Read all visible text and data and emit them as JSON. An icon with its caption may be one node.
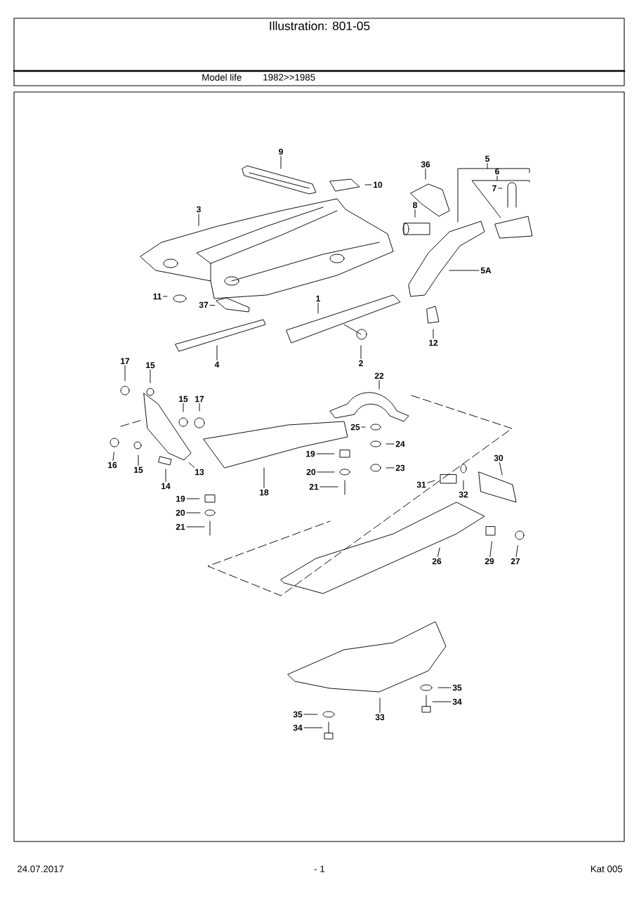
{
  "diagram": {
    "title": "Illustration: 801-05",
    "nodes": [
      {
        "text": [
          "9"
        ]
      },
      {
        "text": [
          "10"
        ]
      },
      {
        "text": [
          "36"
        ]
      },
      {
        "text": [
          "5"
        ]
      },
      {
        "text": [
          "6"
        ]
      },
      {
        "text": [
          "7"
        ]
      },
      {
        "text": [
          "8"
        ]
      },
      {
        "text": [
          "3"
        ]
      },
      {
        "text": [
          "5A"
        ]
      },
      {
        "text": [
          "11"
        ]
      },
      {
        "text": [
          "37"
        ]
      },
      {
        "text": [
          "1"
        ]
      },
      {
        "text": [
          "12"
        ]
      },
      {
        "text": [
          "4"
        ]
      },
      {
        "text": [
          "2"
        ]
      },
      {
        "text": [
          "17"
        ]
      },
      {
        "text": [
          "15"
        ]
      },
      {
        "text": [
          "15"
        ]
      },
      {
        "text": [
          "17"
        ]
      },
      {
        "text": [
          "16"
        ]
      },
      {
        "text": [
          "15"
        ]
      },
      {
        "text": [
          "14"
        ]
      },
      {
        "text": [
          "13"
        ]
      },
      {
        "text": [
          "18"
        ]
      },
      {
        "text": [
          "22"
        ]
      },
      {
        "text": [
          "25"
        ]
      },
      {
        "text": [
          "24"
        ]
      },
      {
        "text": [
          "23"
        ]
      },
      {
        "text": [
          "19"
        ]
      },
      {
        "text": [
          "20"
        ]
      },
      {
        "text": [
          "21"
        ]
      },
      {
        "text": [
          "30"
        ]
      },
      {
        "text": [
          "31"
        ]
      },
      {
        "text": [
          "32"
        ]
      },
      {
        "text": [
          "19"
        ]
      },
      {
        "text": [
          "20"
        ]
      },
      {
        "text": [
          "21"
        ]
      },
      {
        "text": [
          "26"
        ]
      },
      {
        "text": [
          "29"
        ]
      },
      {
        "text": [
          "27"
        ]
      },
      {
        "text": [
          "35"
        ]
      },
      {
        "text": [
          "34"
        ]
      },
      {
        "text": [
          "35"
        ]
      },
      {
        "text": [
          "34"
        ]
      },
      {
        "text": [
          "33"
        ]
      }
    ],
    "edges": [
      {
        "from": 0,
        "to": null,
        "arrow": "none"
      },
      {
        "from": 1,
        "to": null,
        "arrow": "none"
      },
      {
        "from": 2,
        "to": null,
        "arrow": "none"
      },
      {
        "from": 3,
        "to": null,
        "arrow": "none"
      },
      {
        "from": 4,
        "to": null,
        "arrow": "none"
      },
      {
        "from": 5,
        "to": null,
        "arrow": "none"
      },
      {
        "from": 6,
        "to": null,
        "arrow": "none"
      },
      {
        "from": 7,
        "to": null,
        "arrow": "none"
      },
      {
        "from": 8,
        "to": null,
        "arrow": "none"
      },
      {
        "from": 9,
        "to": null,
        "arrow": "none"
      },
      {
        "from": 10,
        "to": null,
        "arrow": "none"
      },
      {
        "from": 11,
        "to": null,
        "arrow": "none"
      },
      {
        "from": 12,
        "to": null,
        "arrow": "none"
      },
      {
        "from": 13,
        "to": null,
        "arrow": "none"
      },
      {
        "from": 14,
        "to": null,
        "arrow": "none"
      },
      {
        "from": 15,
        "to": null,
        "arrow": "none"
      },
      {
        "from": 16,
        "to": null,
        "arrow": "none"
      },
      {
        "from": 17,
        "to": null,
        "arrow": "none"
      },
      {
        "from": 18,
        "to": null,
        "arrow": "none"
      },
      {
        "from": 19,
        "to": null,
        "arrow": "none"
      },
      {
        "from": 20,
        "to": null,
        "arrow": "none"
      },
      {
        "from": 21,
        "to": null,
        "arrow": "none"
      },
      {
        "from": 22,
        "to": null,
        "arrow": "none"
      },
      {
        "from": 23,
        "to": null,
        "arrow": "none"
      },
      {
        "from": 24,
        "to": null,
        "arrow": "none"
      },
      {
        "from": 25,
        "to": null,
        "arrow": "none"
      },
      {
        "from": 26,
        "to": null,
        "arrow": "none"
      },
      {
        "from": 27,
        "to": null,
        "arrow": "none"
      },
      {
        "from": 28,
        "to": null,
        "arrow": "none"
      },
      {
        "from": 29,
        "to": null,
        "arrow": "none"
      },
      {
        "from": 30,
        "to": null,
        "arrow": "none"
      },
      {
        "from": 31,
        "to": null,
        "arrow": "none"
      },
      {
        "from": 32,
        "to": null,
        "arrow": "none"
      },
      {
        "from": 33,
        "to": null,
        "arrow": "none"
      },
      {
        "from": 34,
        "to": null,
        "arrow": "none"
      },
      {
        "from": 35,
        "to": null,
        "arrow": "none"
      },
      {
        "from": 36,
        "to": null,
        "arrow": "none"
      },
      {
        "from": 37,
        "to": null,
        "arrow": "none"
      },
      {
        "from": 38,
        "to": null,
        "arrow": "none"
      },
      {
        "from": 39,
        "to": null,
        "arrow": "none"
      },
      {
        "from": 40,
        "to": null,
        "arrow": "none"
      },
      {
        "from": 41,
        "to": null,
        "arrow": "none"
      },
      {
        "from": 42,
        "to": null,
        "arrow": "none"
      },
      {
        "from": 43,
        "to": null,
        "arrow": "none"
      },
      {
        "from": 44,
        "to": null,
        "arrow": "none"
      }
    ],
    "labels": [
      "Model life",
      "1982>>1985",
      "24.07.2017",
      "- 1",
      "Kat 005"
    ]
  }
}
